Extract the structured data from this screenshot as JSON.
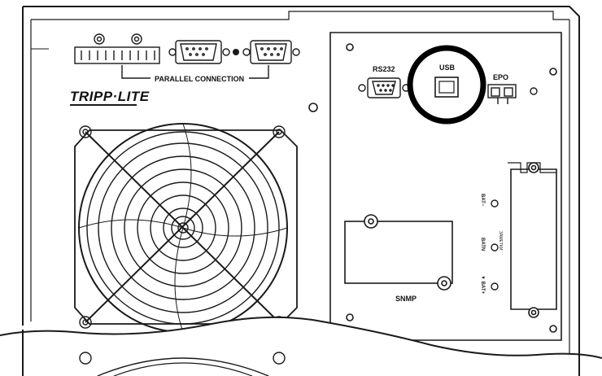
{
  "labels": {
    "parallel": "PARALLEL CONNECTION",
    "brand": "TRIPP·LITE",
    "rs232": "RS232",
    "usb": "USB",
    "epo": "EPO",
    "snmp": "SNMP",
    "bat_minus": "BAT−",
    "bat_n": "BATN",
    "bat_plus": "▼ BAT+",
    "vert_small": "ЗАМЕТКИ"
  },
  "colors": {
    "line": "#1a1a1a",
    "fill": "#ffffff",
    "highlight": "#000000"
  }
}
